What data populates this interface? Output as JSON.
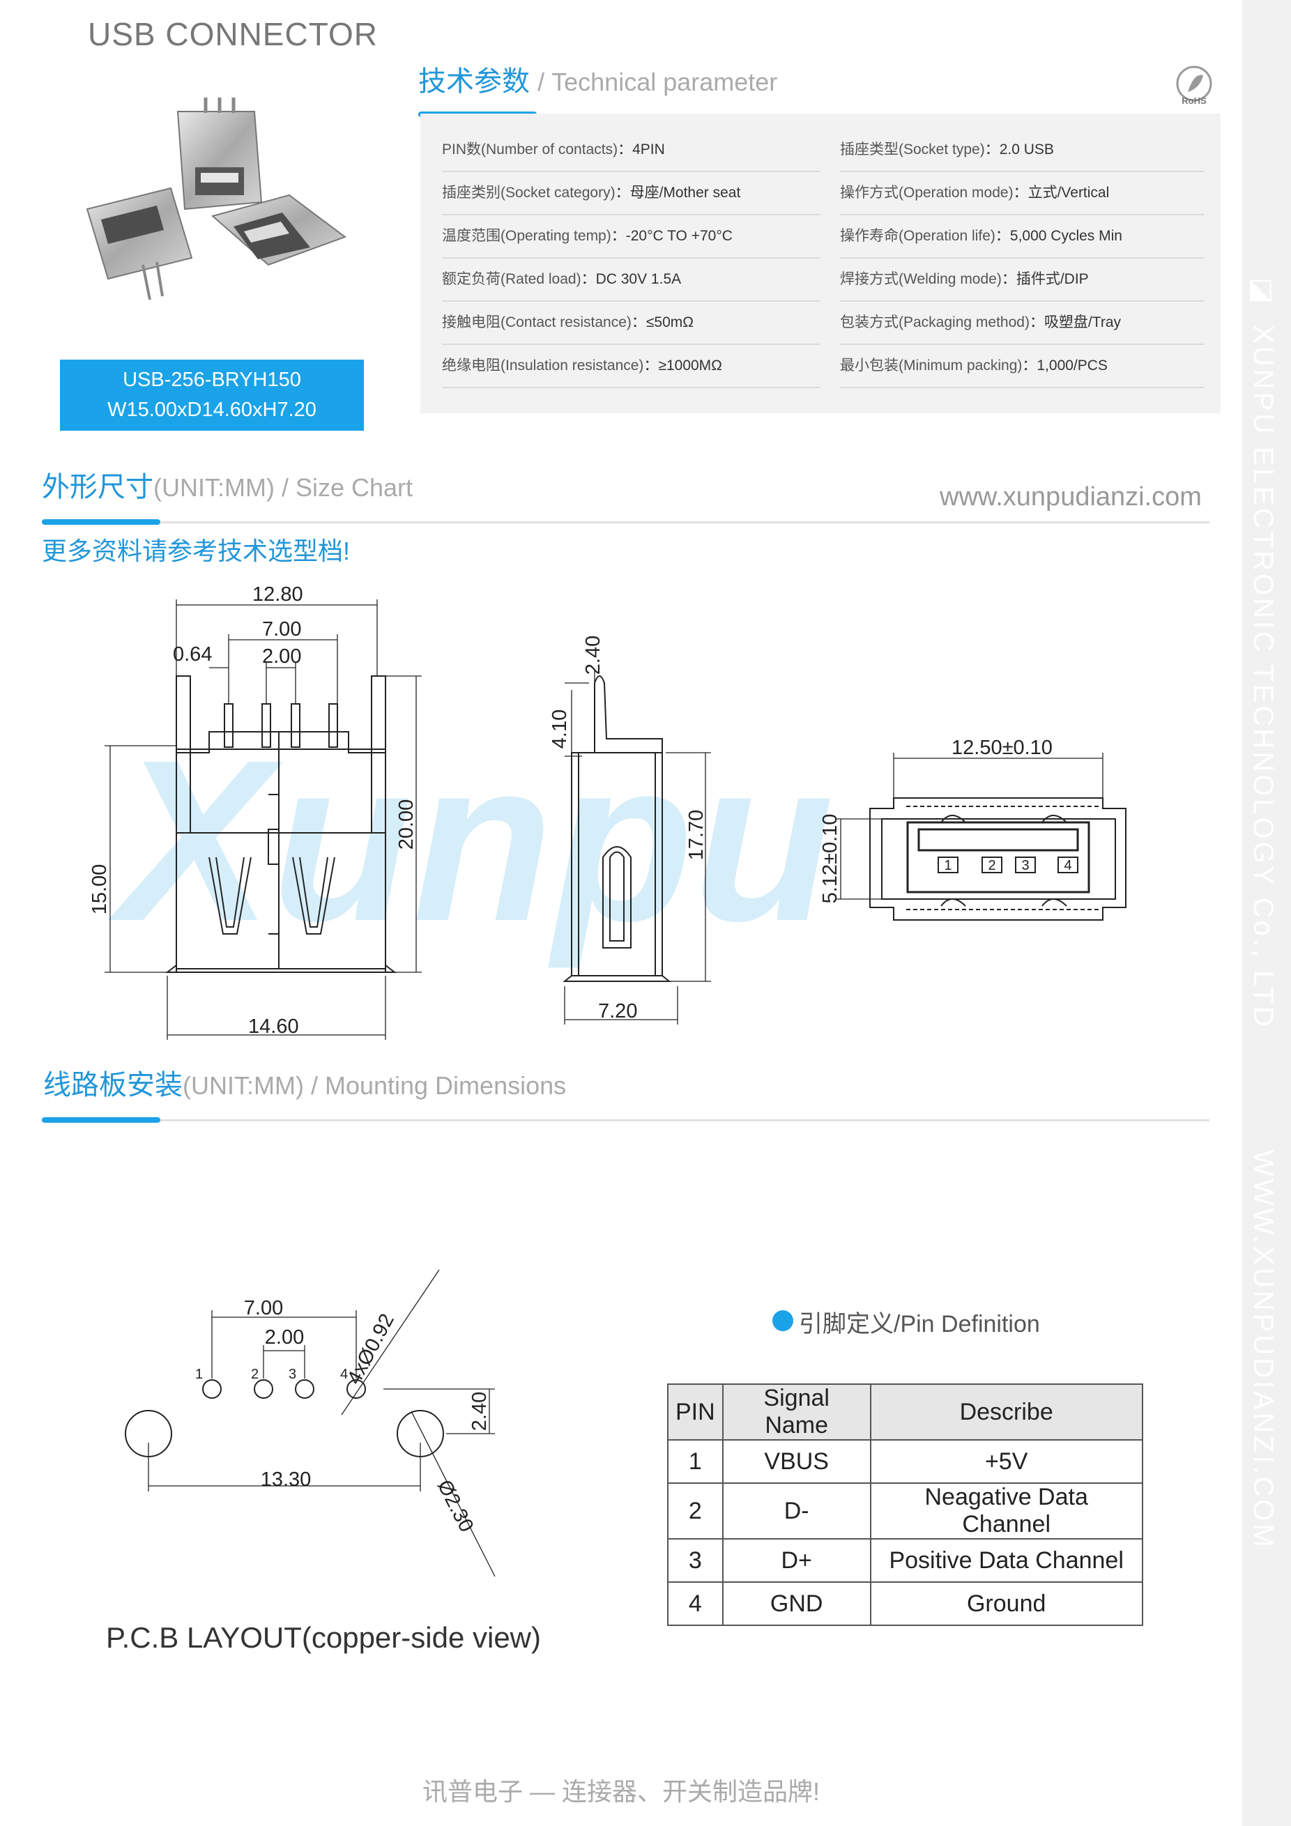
{
  "header": {
    "title": "USB CONNECTOR"
  },
  "side_band": {
    "text_top": "XUNPU ELECTRONIC TECHNOLOGY Co., LTD",
    "text_bottom": "WWW.XUNPUDIANZI.COM"
  },
  "tech": {
    "title_cn": "技术参数",
    "title_en": "/ Technical parameter",
    "rohs": "RoHS",
    "left": [
      {
        "label": "PIN数(Number of contacts)",
        "sep": "：",
        "value": "4PIN"
      },
      {
        "label": "插座类别(Socket category)",
        "sep": "：",
        "value": "母座/Mother seat"
      },
      {
        "label": "温度范围(Operating temp)",
        "sep": "：",
        "value": "-20°C TO +70°C"
      },
      {
        "label": "额定负荷(Rated load)",
        "sep": "：",
        "value": "DC 30V 1.5A"
      },
      {
        "label": "接触电阻(Contact resistance)",
        "sep": "：",
        "value": "≤50mΩ"
      },
      {
        "label": "绝缘电阻(Insulation resistance)",
        "sep": "：",
        "value": "≥1000MΩ"
      }
    ],
    "right": [
      {
        "label": "插座类型(Socket type)",
        "sep": "：",
        "value": "2.0 USB"
      },
      {
        "label": "操作方式(Operation mode)",
        "sep": "：",
        "value": "立式/Vertical"
      },
      {
        "label": "操作寿命(Operation life)",
        "sep": "：",
        "value": "5,000 Cycles Min"
      },
      {
        "label": "焊接方式(Welding mode)",
        "sep": "：",
        "value": "插件式/DIP"
      },
      {
        "label": "包装方式(Packaging method)",
        "sep": "：",
        "value": "吸塑盘/Tray"
      },
      {
        "label": "最小包装(Minimum packing)",
        "sep": "：",
        "value": "1,000/PCS"
      }
    ]
  },
  "model": {
    "part_number": "USB-256-BRYH150",
    "dimensions": "W15.00xD14.60xH7.20"
  },
  "size_chart": {
    "title_cn": "外形尺寸",
    "title_en": "(UNIT:MM) / Size Chart",
    "website": "www.xunpudianzi.com",
    "note": "更多资料请参考技术选型档!",
    "watermark": "Xunpu",
    "front": {
      "width": "12.80",
      "pitch_outer": "7.00",
      "pitch_inner": "2.00",
      "pin_w": "0.64",
      "body_h": "15.00",
      "total_h": "20.00",
      "depth": "14.60"
    },
    "side": {
      "tip": "2.40",
      "pin_len": "4.10",
      "height": "17.70",
      "width": "7.20"
    },
    "end": {
      "width": "12.50±0.10",
      "height": "5.12±0.10",
      "pins": [
        "1",
        "2",
        "3",
        "4"
      ]
    }
  },
  "mounting": {
    "title_cn": "线路板安装",
    "title_en": "(UNIT:MM) / Mounting Dimensions",
    "dims": {
      "outer": "7.00",
      "inner": "2.00",
      "hole": "4xØ0.92",
      "offset": "2.40",
      "span": "13.30",
      "post": "Ø2.30"
    },
    "pin_labels": [
      "1",
      "2",
      "3",
      "4"
    ],
    "caption": "P.C.B LAYOUT(copper-side view)"
  },
  "pin_definition": {
    "title": "引脚定义/Pin Definition",
    "headers": [
      "PIN",
      "Signal Name",
      "Describe"
    ],
    "rows": [
      [
        "1",
        "VBUS",
        "+5V"
      ],
      [
        "2",
        "D-",
        "Neagative Data Channel"
      ],
      [
        "3",
        "D+",
        "Positive Data Channel"
      ],
      [
        "4",
        "GND",
        "Ground"
      ]
    ]
  },
  "footer": {
    "text": "讯普电子 — 连接器、开关制造品牌!"
  }
}
